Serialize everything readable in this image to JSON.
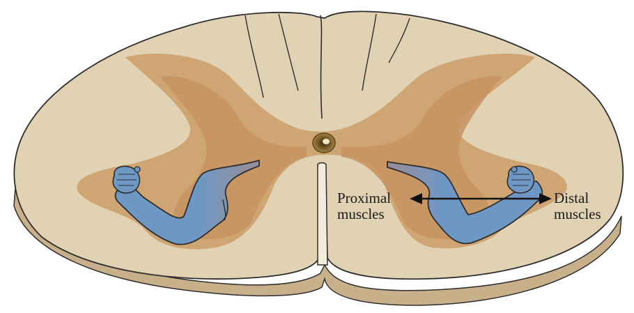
{
  "labels": {
    "proximal": [
      "Proximal",
      "muscles"
    ],
    "distal": [
      "Distal",
      "muscles"
    ]
  },
  "colors": {
    "white_matter": "#e0d2b3",
    "gray_matter": "#cfa573",
    "gray_matter_core": "#c69360",
    "section_edge": "#b89a72",
    "canal": "#6e5424",
    "arm": "#6f97c4",
    "arm_shadow": "#8e8795",
    "outline": "#2d2d2d",
    "arrow": "#111111"
  },
  "icons": [
    "left-arm-icon",
    "right-arm-icon",
    "double-headed-arrow-icon"
  ]
}
